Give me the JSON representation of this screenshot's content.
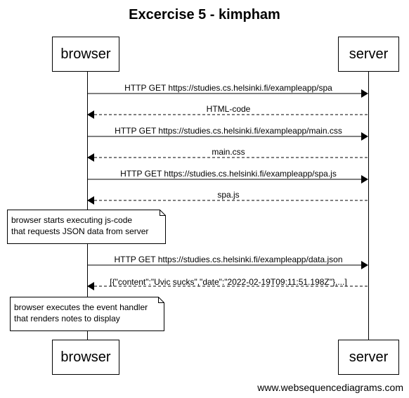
{
  "title": "Excercise 5 - kimpham",
  "participants": [
    "browser",
    "server"
  ],
  "messages": [
    {
      "label": "HTTP GET https://studies.cs.helsinki.fi/exampleapp/spa",
      "from": "browser",
      "to": "server",
      "style": "solid"
    },
    {
      "label": "HTML-code",
      "from": "server",
      "to": "browser",
      "style": "dashed"
    },
    {
      "label": "HTTP GET https://studies.cs.helsinki.fi/exampleapp/main.css",
      "from": "browser",
      "to": "server",
      "style": "solid"
    },
    {
      "label": "main.css",
      "from": "server",
      "to": "browser",
      "style": "dashed"
    },
    {
      "label": "HTTP GET https://studies.cs.helsinki.fi/exampleapp/spa.js",
      "from": "browser",
      "to": "server",
      "style": "solid"
    },
    {
      "label": "spa.js",
      "from": "server",
      "to": "browser",
      "style": "dashed"
    },
    {
      "label": "HTTP GET https://studies.cs.helsinki.fi/exampleapp/data.json",
      "from": "browser",
      "to": "server",
      "style": "solid"
    },
    {
      "label": "[{\"content\":\"Uvic sucks\",\"date\":\"2022-02-19T09:11:51.198Z\"},...]",
      "from": "server",
      "to": "browser",
      "style": "dashed"
    }
  ],
  "notes": [
    {
      "lines": [
        "browser starts executing js-code",
        "that requests JSON data from server"
      ],
      "over": "browser"
    },
    {
      "lines": [
        "browser executes the event handler",
        "that renders notes to display"
      ],
      "over": "browser"
    }
  ],
  "footer": "www.websequencediagrams.com"
}
